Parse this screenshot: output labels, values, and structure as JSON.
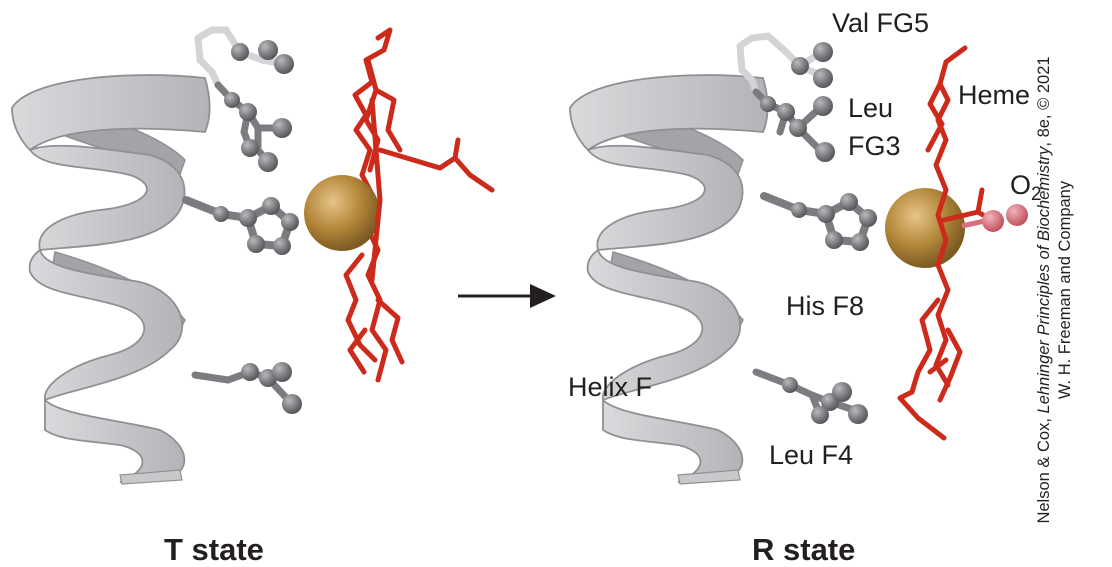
{
  "labels": {
    "val_fg5": "Val FG5",
    "leu_fg3_line1": "Leu",
    "leu_fg3_line2": "FG3",
    "heme": "Heme",
    "o2_main": "O",
    "o2_sub": "2",
    "his_f8": "His F8",
    "helix_f": "Helix F",
    "leu_f4": "Leu F4"
  },
  "states": {
    "t_state": "T state",
    "r_state": "R state"
  },
  "credit": {
    "line1_prefix": "Nelson & Cox,",
    "line1_title": "Lehninger Principles of Biochemistry",
    "line1_suffix": ", 8e, © 2021",
    "line2": "W. H. Freeman and Company"
  },
  "colors": {
    "helix_fill": "#c8c9cb",
    "helix_stroke": "#8f9093",
    "sidechain": "#7b7c7f",
    "heme": "#cc2a1b",
    "iron": "#b5893c",
    "oxygen": "#d5707c",
    "arrow": "#231f20"
  }
}
